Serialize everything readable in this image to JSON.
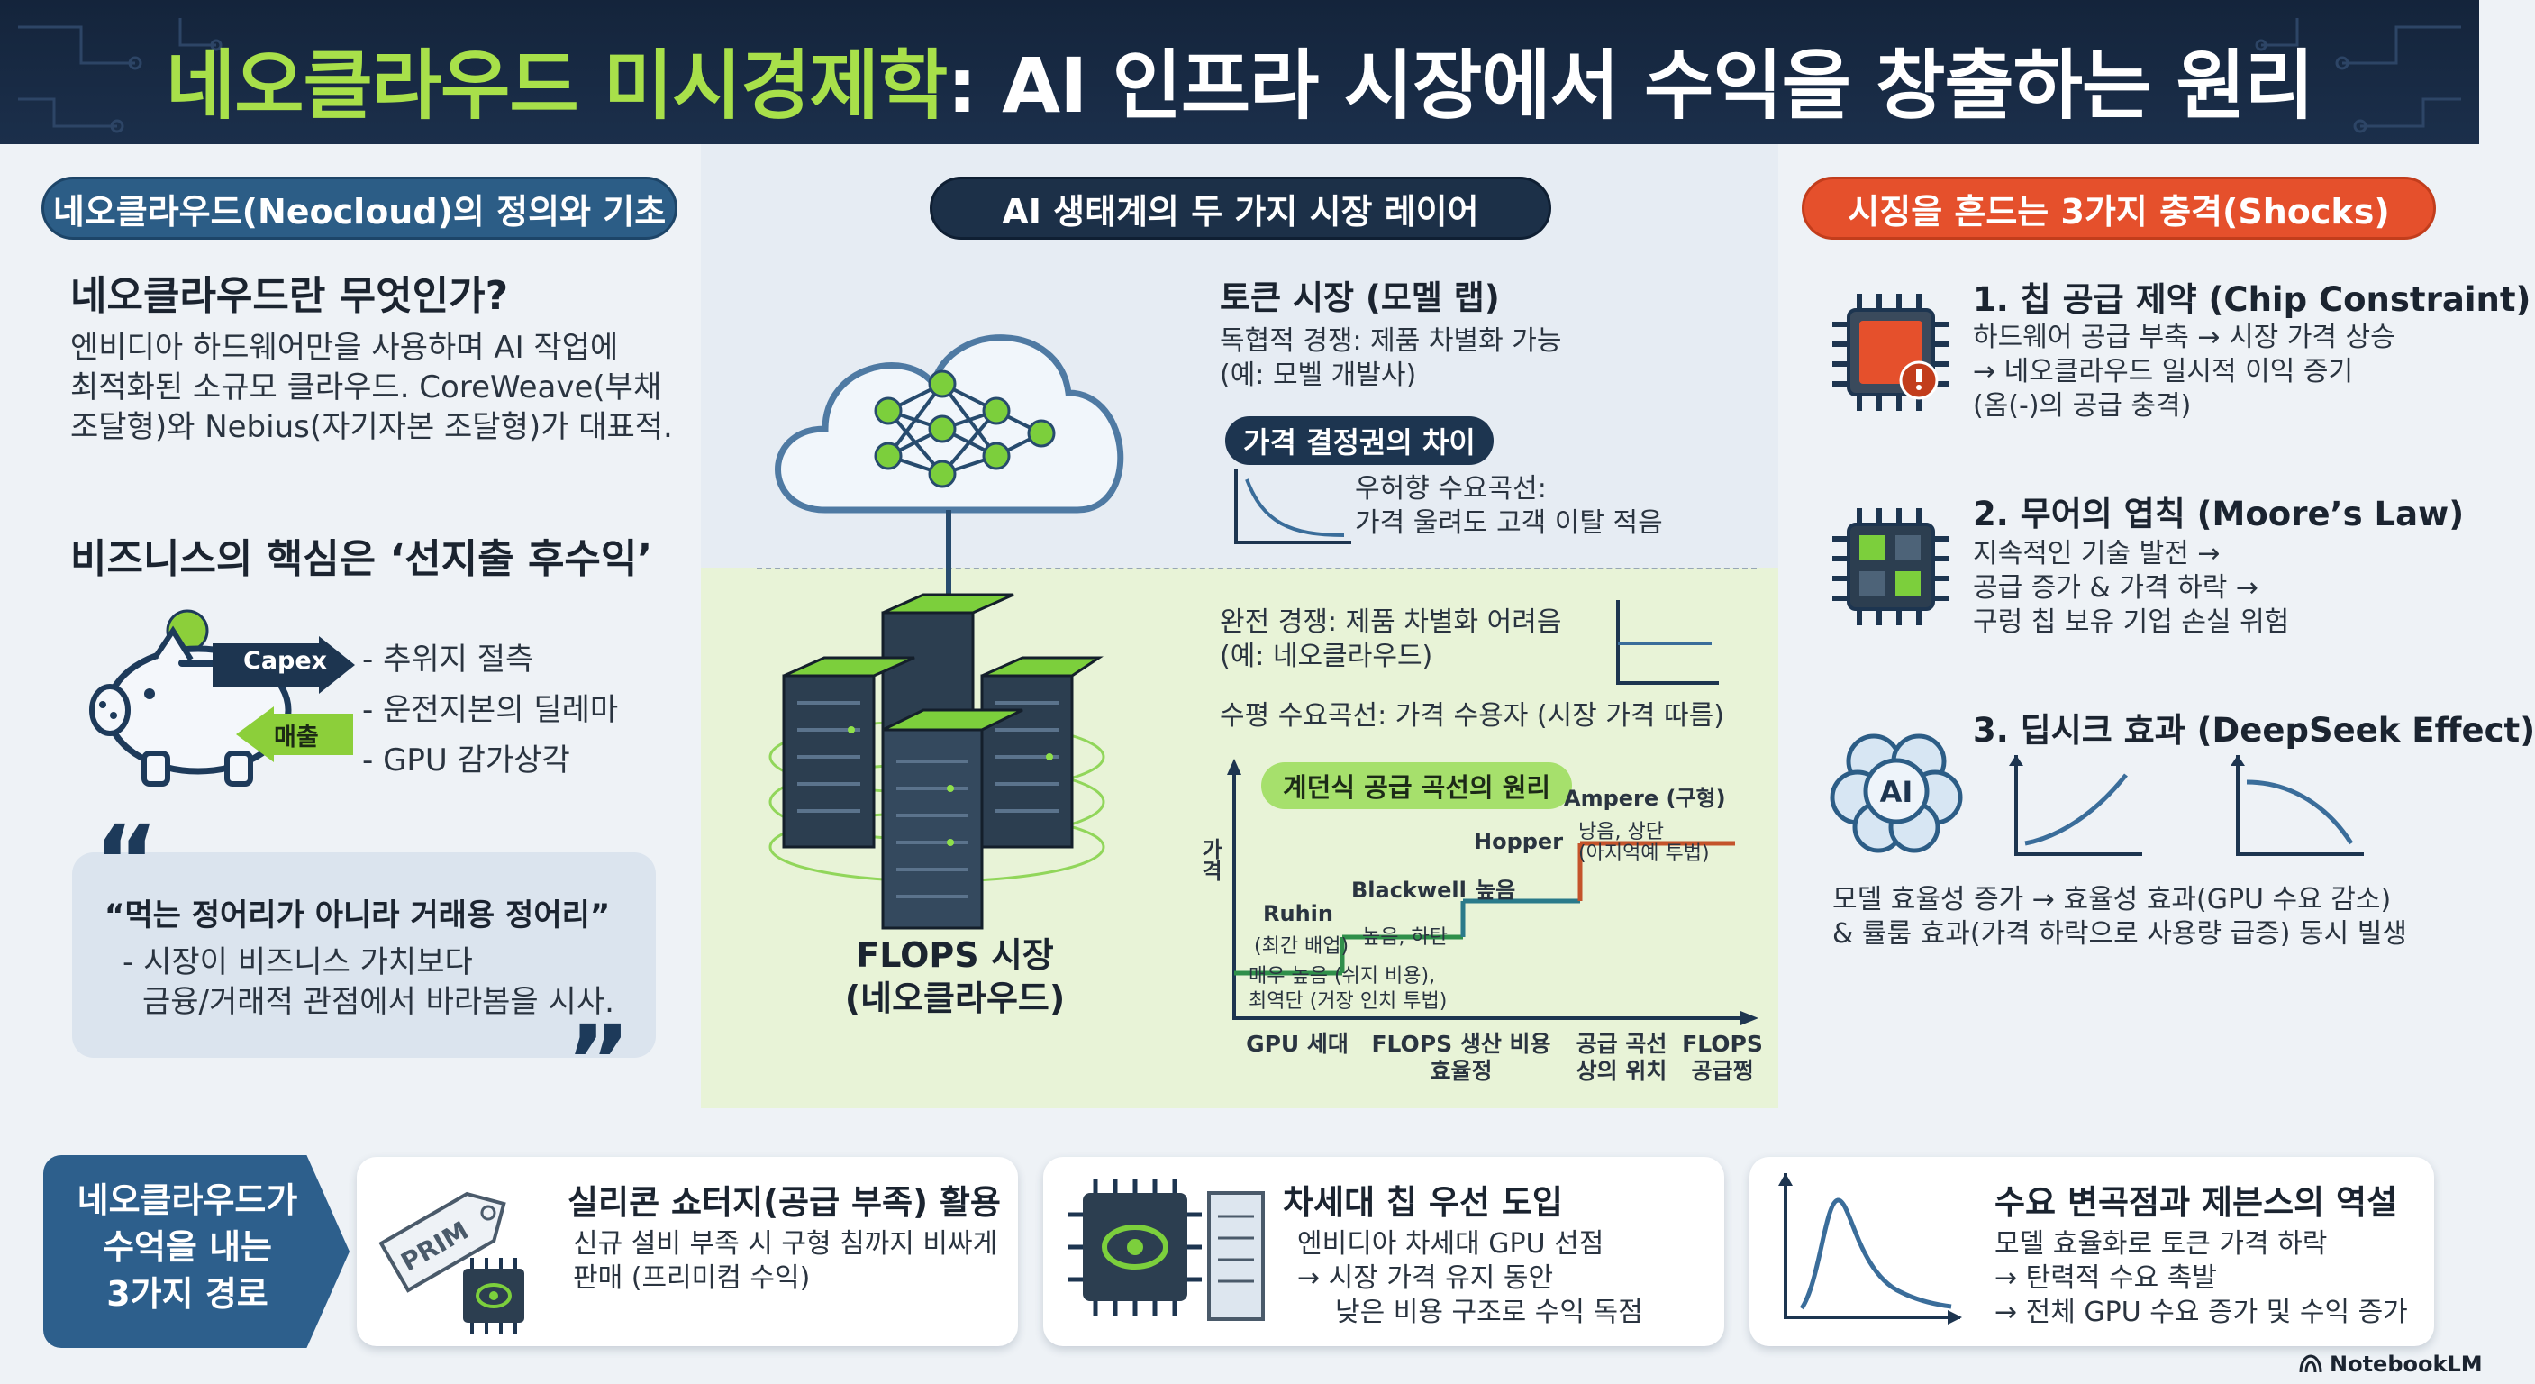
{
  "header": {
    "title_highlight": "네오클라우드 미시경제학",
    "title_rest": ": AI 인프라 시장에서 수익을 창출하는 원리"
  },
  "left": {
    "pill": "네오클라우드(Neocloud)의 정의와 기초",
    "what_title": "네오클라우드란 무엇인가?",
    "what_lines": [
      "엔비디아 하드웨어만을 사용하며 AI 작업에",
      "최적화된 소규모 클라우드. CoreWeave(부채",
      "조달형)와 Nebius(자기자본 조달형)가 대표적."
    ],
    "core_title": "비즈니스의 핵심은 ‘선지출 후수익’",
    "capex_label": "Capex",
    "revenue_label": "매출",
    "bullets": [
      "- 추위지 절측",
      "- 운전지본의 딜레마",
      "- GPU 감가상각"
    ],
    "quote_title": "“먹는 정어리가 아니라 거래용 정어리”",
    "quote_lines": [
      "- 시장이 비즈니스 가치보다",
      "금융/거래적 관점에서 바라봄을 시사."
    ]
  },
  "center": {
    "pill": "AI 생태계의 두 가지 시장 레이어",
    "token_title": "토큰 시장 (모멜 랩)",
    "token_lines": [
      "독협적 경쟁: 제품 차별화 가능",
      "(예: 모벨 개발사)"
    ],
    "tag": "가격 결정권의 차이",
    "downward_lines": [
      "우허향 수요곡선:",
      "가격 울려도 고객 이탈 적음"
    ],
    "perfect_lines": [
      "완전 경쟁: 제품 차별화 어려음",
      "(예: 네오클라우드)"
    ],
    "horizontal": "수평 수요곡선: 가격 수용자 (시장 가격 따름)",
    "flops_label": [
      "FLOPS 시장",
      "(네오클라우드)"
    ]
  },
  "stair_chart": {
    "title": "계던식 공급 곡선의 원리",
    "ylabel": "가격",
    "steps": [
      {
        "name": "Ruhin",
        "sub": "(최간 배업)",
        "note": "",
        "color": "#2f8f4a"
      },
      {
        "name": "Blackwell",
        "sub": "",
        "note": "높음, 하탄",
        "color": "#2f8f4a"
      },
      {
        "name": "Hopper",
        "sub": "",
        "note": "높음",
        "color": "#2a7a8a"
      },
      {
        "name": "Ampere (구형)",
        "sub": "",
        "note": "",
        "color": "#c4532b"
      }
    ],
    "bottom_note": [
      "매우 높음 (쉬지 비용),",
      "최역단 (거장 인치 투법)"
    ],
    "top_note": [
      "낭음, 상단",
      "(아지억예 투법)"
    ],
    "xticks": [
      [
        "GPU 세대"
      ],
      [
        "FLOPS 생산 비용",
        "효율정"
      ],
      [
        "공급 곡선",
        "상의 위치"
      ],
      [
        "FLOPS",
        "공급쩡"
      ]
    ]
  },
  "right": {
    "pill": "시징을 흔드는 3가지 충격(Shocks)",
    "s1_title": "1. 칩 공급 제약 (Chip Constraint)",
    "s1_lines": [
      "하드웨어 공급 부축 → 시장 가격 상승",
      "→ 네오클라우드 일시적 이익 증기",
      "(옴(-)의 공급 충격)"
    ],
    "s2_title": "2. 무어의 엽칙 (Moore’s Law)",
    "s2_lines": [
      "지속적인 기술 발전 →",
      "공급 증가 & 가격 하락 →",
      "구렁 칩 보유 기업 손실 위험"
    ],
    "s3_title": "3. 딥시크 효과 (DeepSeek Effect)",
    "ai_label": "AI",
    "s3_lines": [
      "모델 효율성 증가 → 효율성 효과(GPU 수요 감소)",
      "& 률룸 효과(가격 하락으로 사용량 급증) 동시 빌생"
    ]
  },
  "bottom": {
    "arrow_lines": [
      "네오클라우드가",
      "수억을 내는",
      "3가지 경로"
    ],
    "tag_text": "PRIM",
    "c1_title": "실리콘 쇼터지(공급 부족) 활용",
    "c1_lines": [
      "신규 설비 부족 시 구형 침까지 비싸게",
      "판매 (프리미컴 수익)"
    ],
    "c2_title": "차세대 칩 우선 도입",
    "c2_lines": [
      "엔비디아 차세대 GPU 선점",
      "→ 시장 가격 유지 동안",
      "낮은 비용 구조로 수익 독점"
    ],
    "c3_title": "수요 변곡점과 제븐스의 역설",
    "c3_lines": [
      "모델 효율화로 토큰 가격 하락",
      "→ 탄력적 수요 촉발",
      "→ 전체 GPU 수요 증가 및 수익 증가"
    ]
  },
  "footer": {
    "brand": "NotebookLM"
  },
  "colors": {
    "header_bg": "#14243b",
    "title_green": "#a8e04a",
    "pill_blue": "#2c5d86",
    "pill_orange": "#e5502c",
    "center_green": "#e8f3d7",
    "accent_green": "#7ccf3c"
  }
}
